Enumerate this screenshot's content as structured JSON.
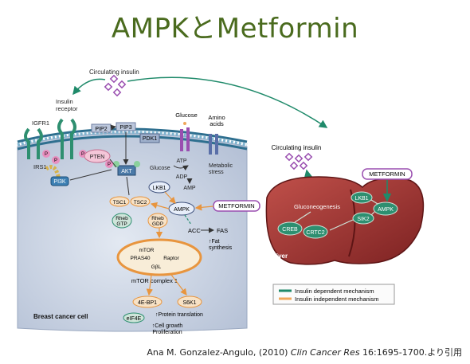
{
  "title": "AMPKとMetformin",
  "citation": {
    "author": "Ana M. Gonzalez-Angulo, (2010) ",
    "journal": "Clin Cancer Res",
    "rest": " 16:1695-1700.より引用"
  },
  "labels": {
    "circulating_insulin_top": "Circulating insulin",
    "insulin_receptor_1": "Insulin",
    "insulin_receptor_2": "receptor",
    "igfr1": "IGFR1",
    "irs1": "IRS1",
    "pi3k": "PI3K",
    "pten": "PTEN",
    "pip2": "PIP2",
    "pip3": "PIP3",
    "pdk1": "PDK1",
    "akt": "AKT",
    "glucose_top": "Glucose",
    "amino_acids_1": "Amino",
    "amino_acids_2": "acids",
    "glucose_mid": "Glucose",
    "atp": "ATP",
    "adp": "ADP",
    "amp": "AMP",
    "metabolic_stress_1": "Metabolic",
    "metabolic_stress_2": "stress",
    "lkb1_cell": "LKB1",
    "ampk_cell": "AMPK",
    "metformin_cell": "METFORMIN",
    "tsc1": "TSC1",
    "tsc2": "TSC2",
    "rheb_gtp_1": "Rheb",
    "rheb_gtp_2": "GTP",
    "rheb_gdp_1": "Rheb",
    "rheb_gdp_2": "GDP",
    "acc": "ACC",
    "fas": "FAS",
    "fat_synthesis_1": "↑Fat",
    "fat_synthesis_2": "synthesis",
    "mtor": "mTOR",
    "pras40": "PRAS40",
    "raptor": "Raptor",
    "gbl": "GβL",
    "mtor_complex": "mTOR complex 1",
    "ebp1": "4E-BP1",
    "s6k1": "S6K1",
    "eif4e": "eIF4E",
    "protein_translation": "↑Protein translation",
    "cell_growth": "↑Cell growth",
    "proliferation": "Proliferation",
    "breast_cancer_cell": "Breast cancer cell",
    "circulating_insulin_liver": "Circulating insulin",
    "gluconeogenesis": "Gluconeogenesis",
    "creb": "CREB",
    "crtc2": "CRTC2",
    "liver": "Liver",
    "lkb1_liver": "LKB1",
    "ampk_liver": "AMPK",
    "sik2": "SIK2",
    "metformin_liver": "METFORMIN",
    "p": "P"
  },
  "legend": [
    {
      "label": "Insulin dependent mechanism",
      "color": "#1f8a6a"
    },
    {
      "label": "Insulin independent mechanism",
      "color": "#f0a75a"
    }
  ],
  "colors": {
    "title": "#4a6b1e",
    "teal": "#1f8a6a",
    "orange": "#f0a75a",
    "purple": "#9a4fb0",
    "liver": "#9c2f2f",
    "cell_bg": "#c9d3e4"
  }
}
